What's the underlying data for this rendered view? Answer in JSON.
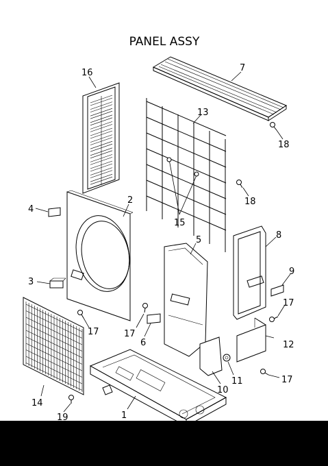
{
  "title": "PANEL ASSY",
  "labels": {
    "p1": "1",
    "p2": "2",
    "p3": "3",
    "p4": "4",
    "p5": "5",
    "p6": "6",
    "p7": "7",
    "p8": "8",
    "p9": "9",
    "p10": "10",
    "p11": "11",
    "p12": "12",
    "p13": "13",
    "p14": "14",
    "p15": "15",
    "p16": "16",
    "p17a": "17",
    "p17b": "17",
    "p17c": "17",
    "p17d": "17",
    "p18a": "18",
    "p18b": "18",
    "p19": "19"
  },
  "colors": {
    "line": "#000000",
    "background": "#ffffff",
    "bottom_bar": "#000000"
  }
}
